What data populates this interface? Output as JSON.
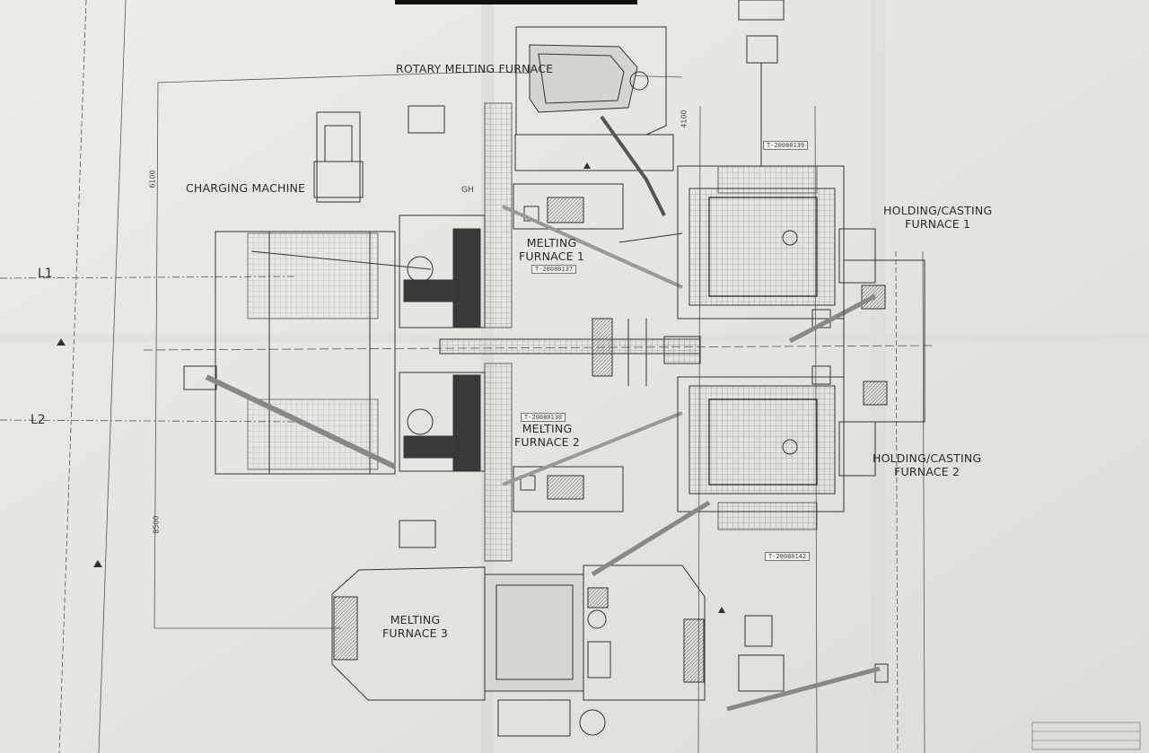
{
  "labels": {
    "rotary": "ROTARY MELTING FURNACE",
    "charging": "CHARGING MACHINE",
    "melting1": [
      "MELTING",
      "FURNACE 1"
    ],
    "melting2": [
      "MELTING",
      "FURNACE 2"
    ],
    "melting3": [
      "MELTING",
      "FURNACE 3"
    ],
    "holding1": [
      "HOLDING/CASTING",
      "FURNACE 1"
    ],
    "holding2": [
      "HOLDING/CASTING",
      "FURNACE 2"
    ]
  },
  "axes": {
    "l1": "L1",
    "l2": "L2"
  },
  "codes": {
    "t1": "T-20080139",
    "t2": "T-20080137",
    "t3": "T-20080138",
    "t4": "T-20080142"
  },
  "dims": {
    "d1": "4100",
    "d2": "6100",
    "d3": "8500"
  },
  "marks": {
    "gh": "GH"
  }
}
